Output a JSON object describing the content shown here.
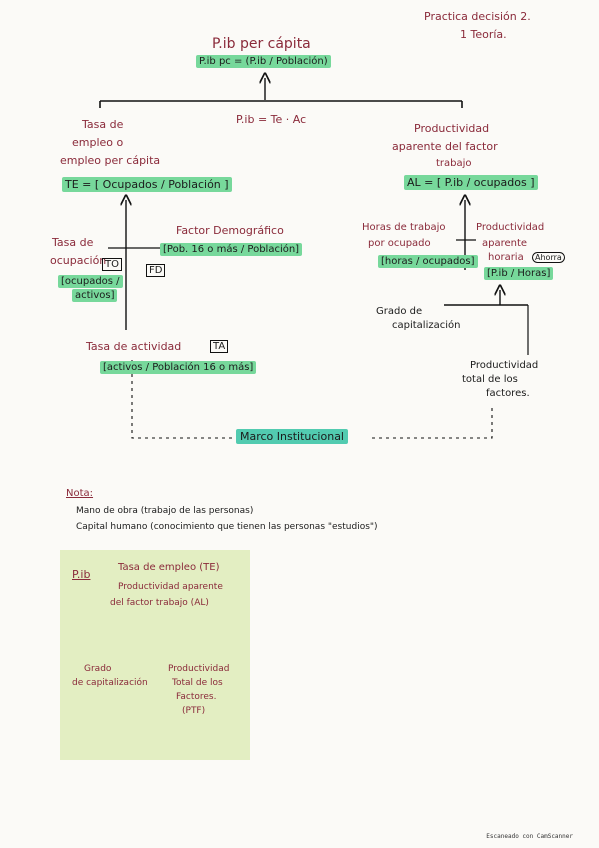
{
  "header": {
    "line1": "Practica decisión 2.",
    "line2": "1 Teoría."
  },
  "top": {
    "title": "P.ib per cápita",
    "formula": "P.ib pc = (P.ib / Población)"
  },
  "center": {
    "formula": "P.ib = Te · Ac"
  },
  "left": {
    "title_l1": "Tasa de",
    "title_l2": "empleo o",
    "title_l3": "empleo per cápita",
    "te_formula": "TE = [ Ocupados / Población ]",
    "tasa_ocup_l1": "Tasa de",
    "tasa_ocup_l2": "ocupación",
    "tasa_ocup_abbr": "TO",
    "tasa_ocup_formula_l1": "[ocupados /",
    "tasa_ocup_formula_l2": "activos]",
    "factor_demo": "Factor Demográfico",
    "factor_demo_formula": "[Pob. 16 o más / Población]",
    "fd_abbr": "FD",
    "tasa_act": "Tasa de actividad",
    "ta_abbr": "TA",
    "tasa_act_formula": "[activos / Población 16 o más]"
  },
  "right": {
    "title_l1": "Productividad",
    "title_l2": "aparente del factor",
    "title_l3": "trabajo",
    "ac_formula": "AL = [ P.ib / ocupados ]",
    "horas_l1": "Horas de trabajo",
    "horas_l2": "por ocupado",
    "horas_formula": "[horas / ocupados]",
    "prod_horaria_l1": "Productividad",
    "prod_horaria_l2": "aparente",
    "prod_horaria_l3": "horaria",
    "prod_horaria_abbr": "Ahorra",
    "prod_horaria_formula": "[P.ib / Horas]",
    "grado_l1": "Grado de",
    "grado_l2": "capitalización",
    "ptf_l1": "Productividad",
    "ptf_l2": "total de los",
    "ptf_l3": "factores."
  },
  "marco": "Marco Institucional",
  "nota": {
    "label": "Nota:",
    "line1": "Mano de obra (trabajo de las personas)",
    "line2": "Capital humano (conocimiento que tienen las personas \"estudios\")"
  },
  "sticky": {
    "pib": "P.ib",
    "te": "Tasa de empleo (TE)",
    "prod_l1": "Productividad aparente",
    "prod_l2": "del factor trabajo (AL)",
    "grado_l1": "Grado",
    "grado_l2": "de capitalización",
    "ptf_l1": "Productividad",
    "ptf_l2": "Total de los",
    "ptf_l3": "Factores.",
    "ptf_l4": "(PTF)"
  },
  "footer": "Escaneado con CamScanner"
}
